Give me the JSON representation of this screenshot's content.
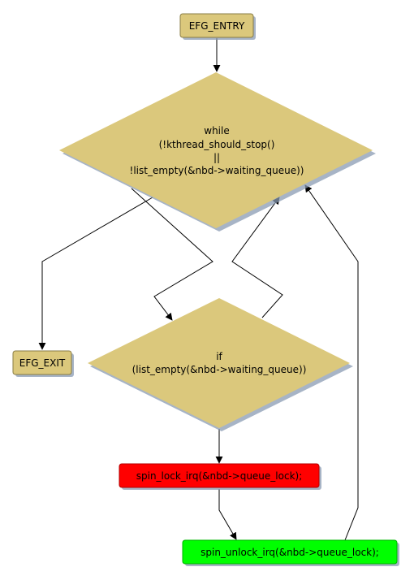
{
  "nodes": {
    "entry": {
      "label": "EFG_ENTRY"
    },
    "exit": {
      "label": "EFG_EXIT"
    },
    "while_cond": {
      "lines": [
        "while",
        "(!kthread_should_stop()",
        "||",
        "!list_empty(&nbd->waiting_queue))"
      ]
    },
    "if_cond": {
      "lines": [
        "if",
        "(list_empty(&nbd->waiting_queue))"
      ]
    },
    "lock": {
      "label": "spin_lock_irq(&nbd->queue_lock);"
    },
    "unlock": {
      "label": "spin_unlock_irq(&nbd->queue_lock);"
    }
  },
  "colors": {
    "terminal_fill": "#dbc87c",
    "decision_fill": "#dbc87c",
    "lock_fill": "#ff0000",
    "unlock_fill": "#00ff00",
    "edge": "#000000",
    "shadow": "#8a9bb3"
  }
}
